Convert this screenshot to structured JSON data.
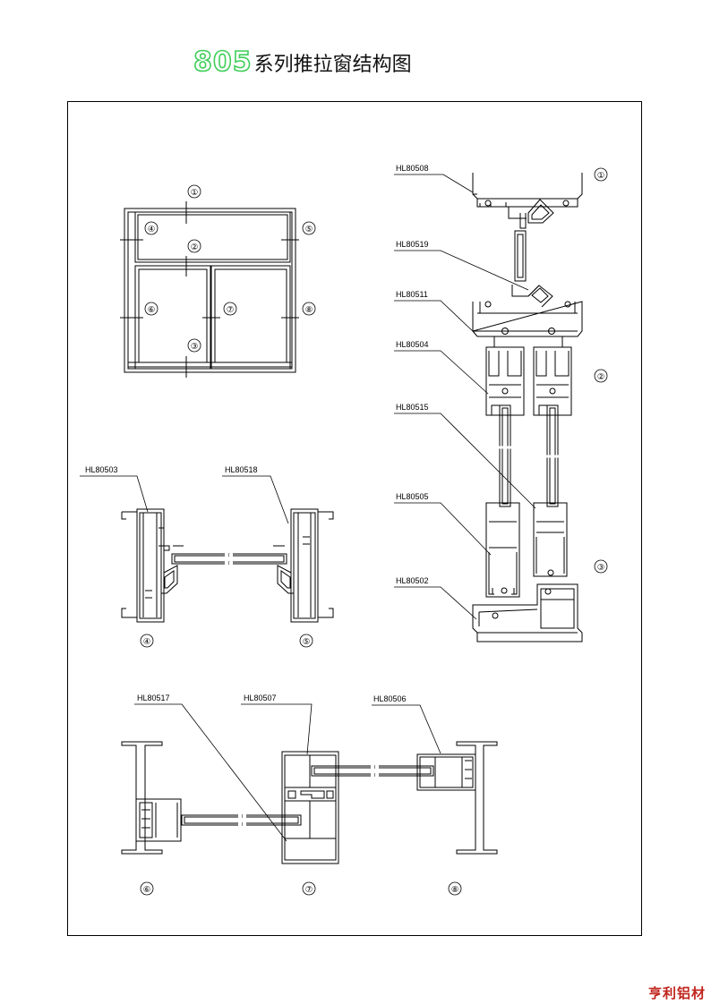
{
  "title": {
    "series_number": "805",
    "text": "系列推拉窗结构图"
  },
  "section_markers": [
    "①",
    "②",
    "③",
    "④",
    "⑤",
    "⑥",
    "⑦",
    "⑧"
  ],
  "part_labels": {
    "p08": "HL80508",
    "p19": "HL80519",
    "p11": "HL80511",
    "p04": "HL80504",
    "p15": "HL80515",
    "p05": "HL80505",
    "p02": "HL80502",
    "p03": "HL80503",
    "p18": "HL80518",
    "p17": "HL80517",
    "p07": "HL80507",
    "p06": "HL80506"
  },
  "watermark": "亨利铝材"
}
